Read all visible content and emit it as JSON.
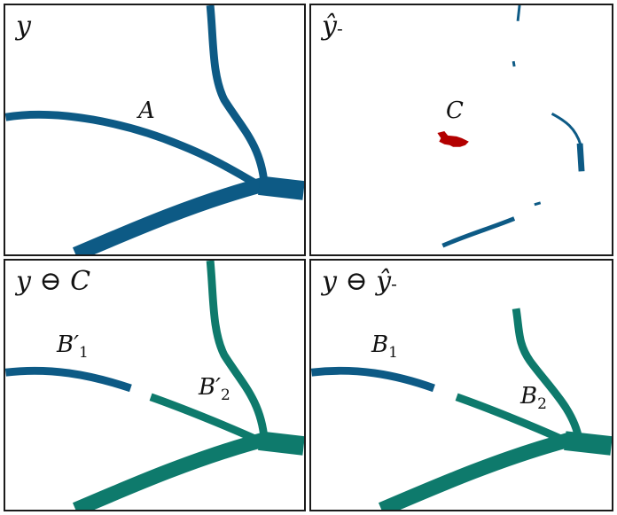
{
  "colors": {
    "vessel_blue": "#0d5a85",
    "vessel_teal": "#0e7a6c",
    "component_red": "#b30000",
    "border": "#1b1b1b"
  },
  "panels": {
    "p1": {
      "title": "y",
      "label": "A"
    },
    "p2": {
      "title": "ŷ",
      "title_sub": "-",
      "label": "C"
    },
    "p3": {
      "title": "y ⊖ C",
      "label1_main": "B′",
      "label1_sub": "1",
      "label2_main": "B′",
      "label2_sub": "2"
    },
    "p4": {
      "title": "y ⊖ ŷ",
      "title_sub": "-",
      "label1_main": "B",
      "label1_sub": "1",
      "label2_main": "B",
      "label2_sub": "2"
    }
  }
}
